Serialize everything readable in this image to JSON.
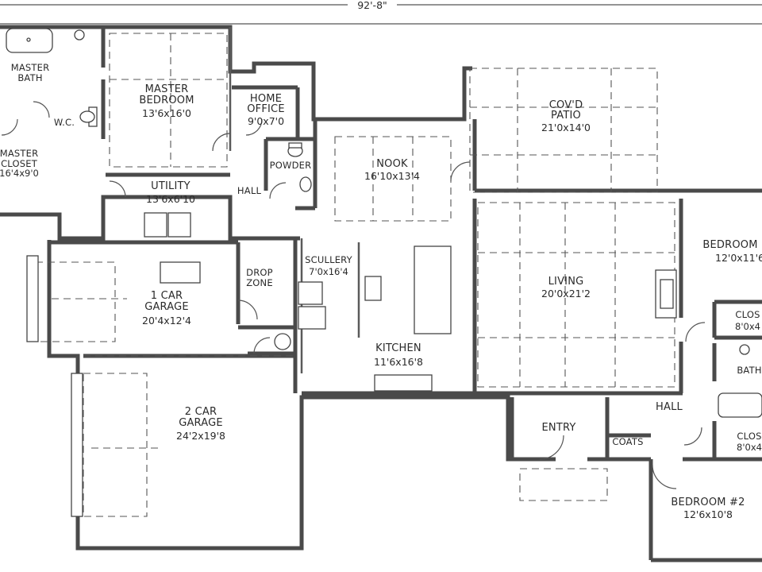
{
  "plan": {
    "overall_width": "92'-8\"",
    "rooms": {
      "master_bath": {
        "name": "MASTER\nBATH",
        "size": ""
      },
      "wc": {
        "name": "W.C.",
        "size": ""
      },
      "master_closet": {
        "name": "MASTER\nCLOSET",
        "size": "16'4x9'0"
      },
      "master_bedroom": {
        "name": "MASTER\nBEDROOM",
        "size": "13'6x16'0"
      },
      "home_office": {
        "name": "HOME\nOFFICE",
        "size": "9'0x7'0"
      },
      "powder": {
        "name": "POWDER",
        "size": ""
      },
      "nook": {
        "name": "NOOK",
        "size": "16'10x13'4"
      },
      "covd_patio": {
        "name": "COV'D\nPATIO",
        "size": "21'0x14'0"
      },
      "utility": {
        "name": "UTILITY",
        "size": "13'6x6'10"
      },
      "hall_1": {
        "name": "HALL",
        "size": ""
      },
      "bedroom_1": {
        "name": "BEDROOM",
        "size": "12'0x11'6"
      },
      "closet_1": {
        "name": "CLOS",
        "size": "8'0x4"
      },
      "bath": {
        "name": "BATH",
        "size": ""
      },
      "garage_1": {
        "name": "1 CAR\nGARAGE",
        "size": "20'4x12'4"
      },
      "drop_zone": {
        "name": "DROP\nZONE",
        "size": ""
      },
      "scullery": {
        "name": "SCULLERY",
        "size": "7'0x16'4"
      },
      "living": {
        "name": "LIVING",
        "size": "20'0x21'2"
      },
      "kitchen": {
        "name": "KITCHEN",
        "size": "11'6x16'8"
      },
      "hall_2": {
        "name": "HALL",
        "size": ""
      },
      "closet_2": {
        "name": "CLOS",
        "size": "8'0x4"
      },
      "garage_2": {
        "name": "2 CAR\nGARAGE",
        "size": "24'2x19'8"
      },
      "entry": {
        "name": "ENTRY",
        "size": ""
      },
      "coats": {
        "name": "COATS",
        "size": ""
      },
      "bedroom_2": {
        "name": "BEDROOM #2",
        "size": "12'6x10'8"
      }
    }
  }
}
